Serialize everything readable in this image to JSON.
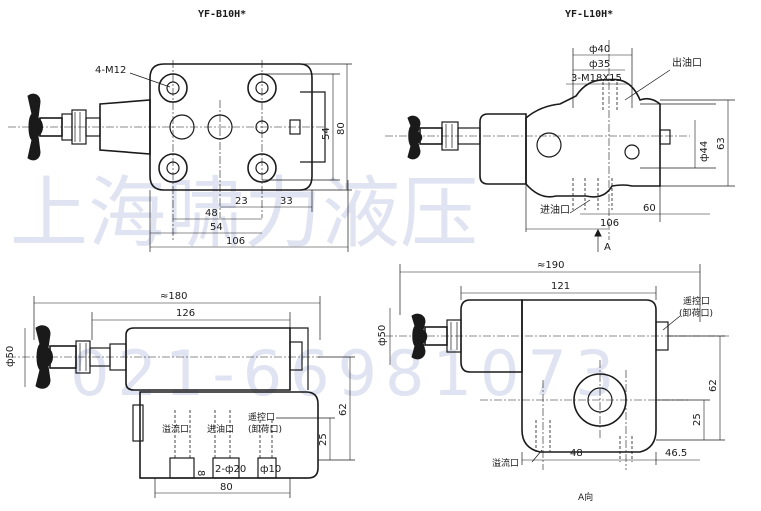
{
  "titles": {
    "left": "YF-B10H*",
    "right": "YF-L10H*"
  },
  "watermark": {
    "company": "上海啸力液压",
    "phone": "021-66981073"
  },
  "top_left": {
    "callout": "4-M12",
    "dims": {
      "d23": "23",
      "d33": "33",
      "d48": "48",
      "d54": "54",
      "d106": "106",
      "v54": "54",
      "v80": "80"
    }
  },
  "top_right": {
    "dims": {
      "phi40": "ф40",
      "phi35": "ф35",
      "thread": "3-M18X15",
      "phi44": "ф44",
      "v63": "63",
      "h60": "60",
      "h106": "106"
    },
    "labels": {
      "outlet": "出油口",
      "inlet": "进油口",
      "view_mark": "A"
    }
  },
  "bottom_left": {
    "dims": {
      "approx180": "≈180",
      "d126": "126",
      "phi50": "ф50",
      "v62": "62",
      "v25": "25",
      "h80": "80",
      "v8": "8",
      "phi20": "2-ф20",
      "phi10": "ф10"
    },
    "labels": {
      "overflow": "溢流口",
      "inlet": "进油口",
      "remote_a": "遥控口",
      "remote_b": "(卸荷口)"
    }
  },
  "bottom_right": {
    "dims": {
      "approx190": "≈190",
      "d121": "121",
      "phi50": "ф50",
      "v62": "62",
      "v25": "25",
      "h48": "48",
      "h46_5": "46.5"
    },
    "labels": {
      "remote_a": "遥控口",
      "remote_b": "(卸荷口)",
      "overflow": "溢流口",
      "view": "A向"
    }
  }
}
